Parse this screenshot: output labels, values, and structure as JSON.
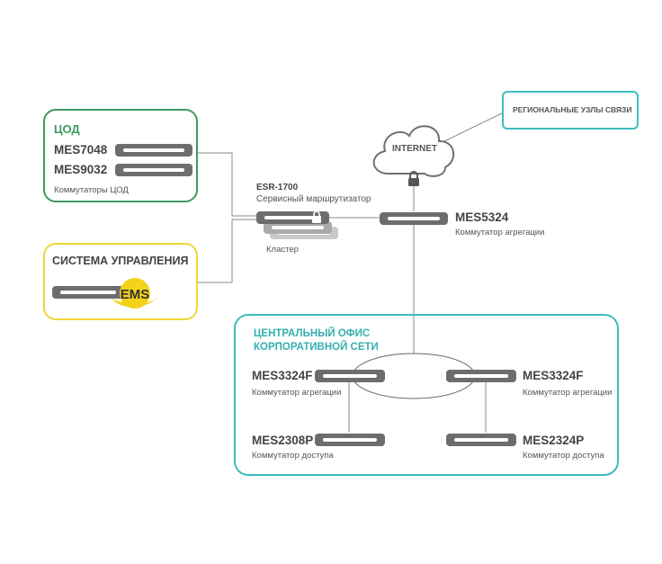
{
  "dc": {
    "title": "ЦОД",
    "switch1": "MES7048",
    "switch2": "MES9032",
    "caption": "Коммутаторы ЦОД"
  },
  "mgmt": {
    "title": "СИСТЕМА УПРАВЛЕНИЯ",
    "ems_logo": "EMS"
  },
  "router": {
    "model": "ESR-1700",
    "role": "Сервисный маршрутизатор",
    "cluster": "Кластер"
  },
  "internet": {
    "label": "INTERNET"
  },
  "regional": {
    "label": "РЕГИОНАЛЬНЫЕ УЗЛЫ СВЯЗИ"
  },
  "aggregation": {
    "model": "MES5324",
    "role": "Коммутатор агрегации"
  },
  "office": {
    "title_line1": "ЦЕНТРАЛЬНЫЙ ОФИС",
    "title_line2": "КОРПОРАТИВНОЙ СЕТИ",
    "agg_left": {
      "model": "MES3324F",
      "role": "Коммутатор агрегации"
    },
    "agg_right": {
      "model": "MES3324F",
      "role": "Коммутатор агрегации"
    },
    "acc_left": {
      "model": "MES2308P",
      "role": "Коммутатор доступа"
    },
    "acc_right": {
      "model": "MES2324P",
      "role": "Коммутатор доступа"
    }
  },
  "colors": {
    "dc_border": "#3f9a60",
    "mgmt_border": "#f1d63a",
    "office_border": "#3fbcbf",
    "switch_gray": "#6d6d6d",
    "ems_yellow": "#f3d21a"
  }
}
